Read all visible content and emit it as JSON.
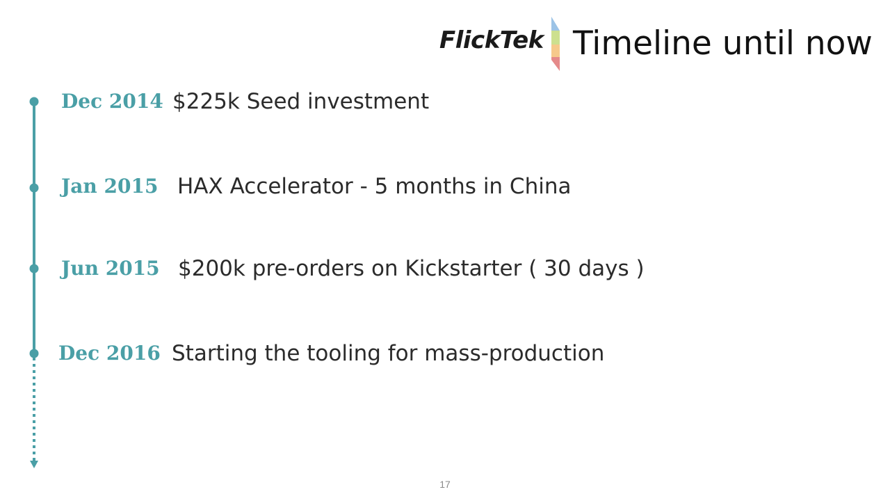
{
  "header": {
    "logo_text": "FlickTek",
    "title": "Timeline until now"
  },
  "colors": {
    "accent": "#4a9fa6",
    "logo_mark": [
      "#9cc3e6",
      "#cde08f",
      "#f6c98b",
      "#e58a8a"
    ]
  },
  "timeline": {
    "events": [
      {
        "date": "Dec 2014",
        "text": "$225k Seed investment"
      },
      {
        "date": "Jan 2015",
        "text": "HAX Accelerator - 5 months in China"
      },
      {
        "date": "Jun 2015",
        "text": "$200k pre-orders on Kickstarter ( 30 days )"
      },
      {
        "date": "Dec 2016",
        "text": "Starting the tooling for mass-production"
      }
    ]
  },
  "footer": {
    "page_number": "17"
  }
}
